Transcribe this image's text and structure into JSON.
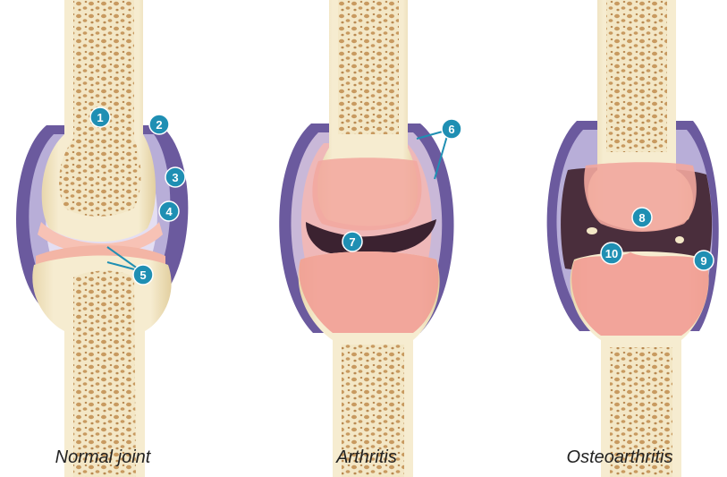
{
  "panels": [
    {
      "caption": "Normal joint"
    },
    {
      "caption": "Arthritis"
    },
    {
      "caption": "Osteoarthritis"
    }
  ],
  "callouts": [
    "1",
    "2",
    "3",
    "4",
    "5",
    "6",
    "7",
    "8",
    "9",
    "10"
  ],
  "colors": {
    "bone": "#f3e7c6",
    "marrow": "#c89a60",
    "capsule": "#6b5a9e",
    "synovium": "#b8aed8",
    "inflamed": "#f08a86",
    "callout": "#1f8fb3",
    "cavity": "#4a2e3c"
  }
}
